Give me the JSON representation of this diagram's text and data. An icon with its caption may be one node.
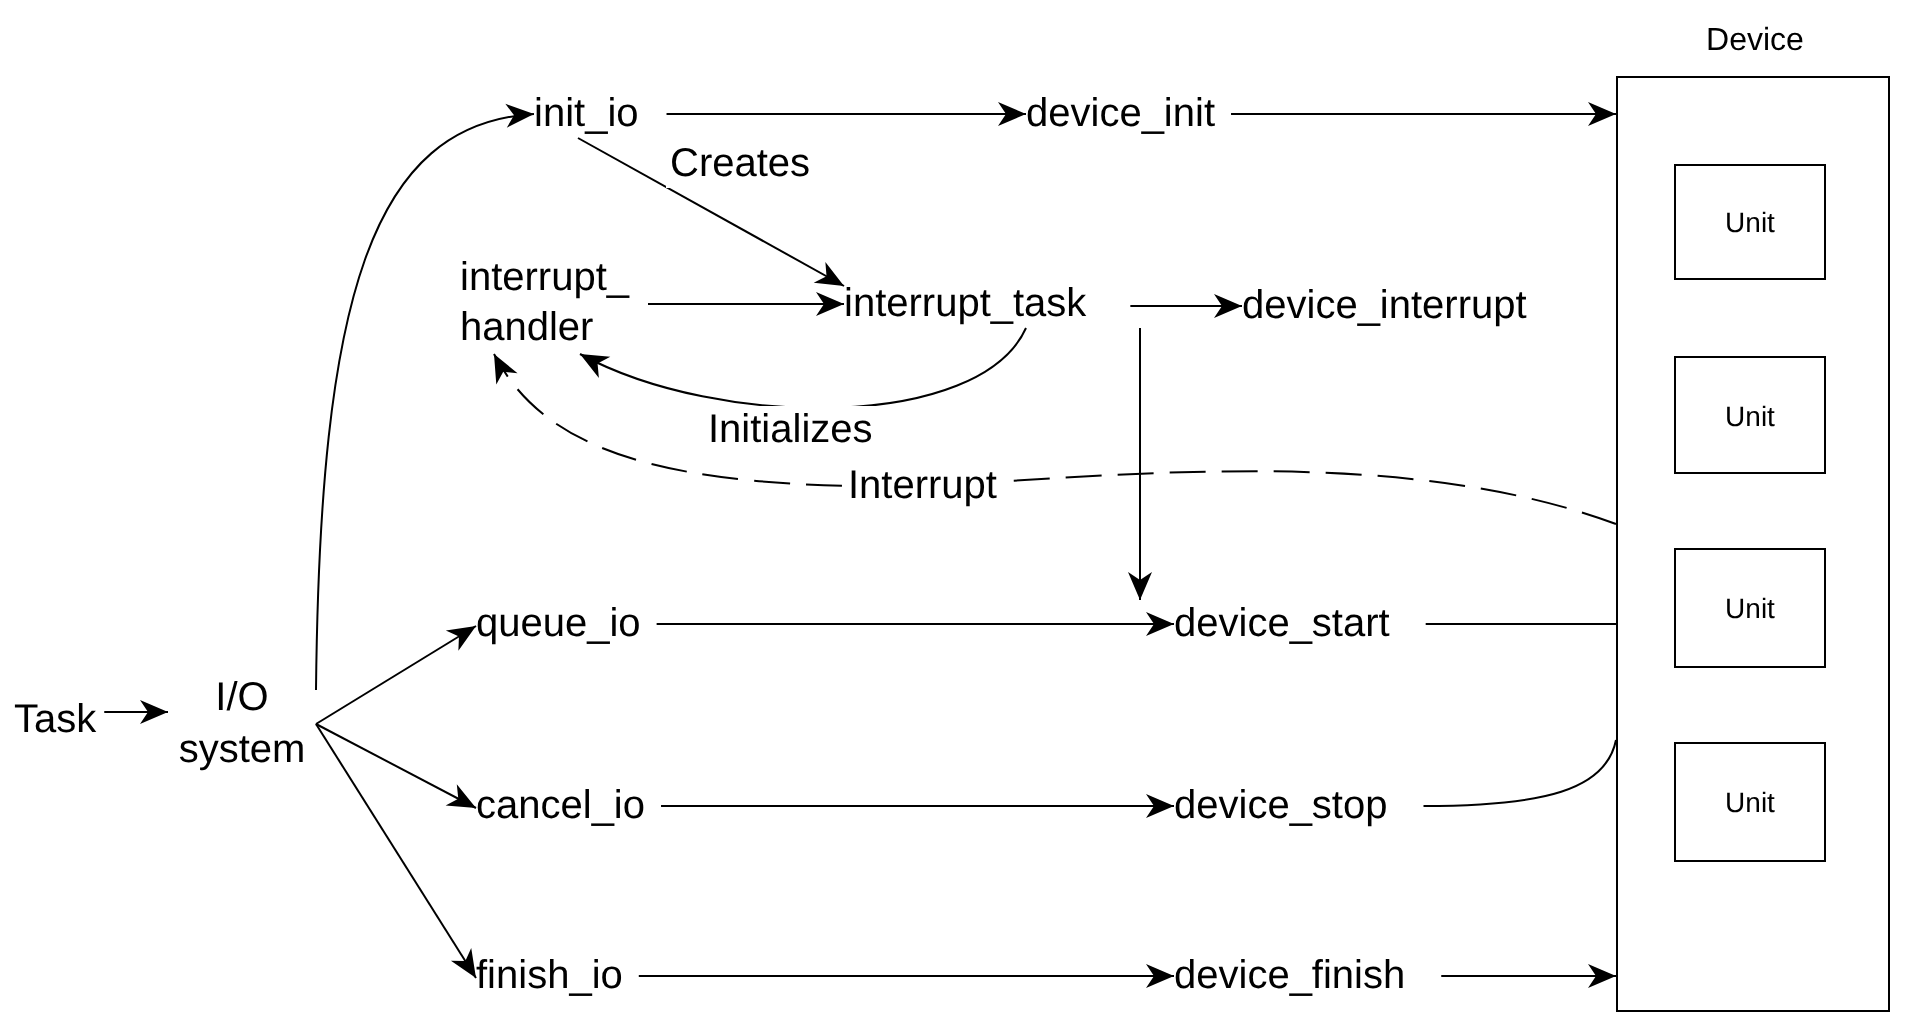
{
  "diagram": {
    "nodes": [
      {
        "text": [
          "Task"
        ]
      },
      {
        "text": [
          "I/O system"
        ]
      },
      {
        "text": [
          "init_io"
        ]
      },
      {
        "text": [
          "device_init"
        ]
      },
      {
        "text": [
          "interrupt_ handler"
        ]
      },
      {
        "text": [
          "interrupt_task"
        ]
      },
      {
        "text": [
          "device_interrupt"
        ]
      },
      {
        "text": [
          "queue_io"
        ]
      },
      {
        "text": [
          "device_start"
        ]
      },
      {
        "text": [
          "cancel_io"
        ]
      },
      {
        "text": [
          "device_stop"
        ]
      },
      {
        "text": [
          "finish_io"
        ]
      },
      {
        "text": [
          "device_finish"
        ]
      },
      {
        "text": [
          "Device"
        ]
      },
      {
        "text": [
          "Unit"
        ],
        "in": 13
      },
      {
        "text": [
          "Unit"
        ],
        "in": 13
      },
      {
        "text": [
          "Unit"
        ],
        "in": 13
      },
      {
        "text": [
          "Unit"
        ],
        "in": 13
      }
    ],
    "edges": [
      {
        "from": 0,
        "to": 1,
        "arrow": "to"
      },
      {
        "from": 1,
        "to": 2,
        "arrow": "to"
      },
      {
        "from": 1,
        "to": 7,
        "arrow": "to"
      },
      {
        "from": 1,
        "to": 9,
        "arrow": "to"
      },
      {
        "from": 1,
        "to": 11,
        "arrow": "to"
      },
      {
        "from": 2,
        "to": 3,
        "arrow": "to"
      },
      {
        "from": 3,
        "to": 13,
        "arrow": "to"
      },
      {
        "from": 2,
        "to": 5,
        "arrow": "to",
        "label": "Creates"
      },
      {
        "from": 4,
        "to": 5,
        "arrow": "to"
      },
      {
        "from": 5,
        "to": 6,
        "arrow": "to"
      },
      {
        "from": 5,
        "to": 4,
        "arrow": "to",
        "label": "Initializes"
      },
      {
        "from": 13,
        "to": 4,
        "arrow": "to",
        "label": "Interrupt",
        "style": "dashed"
      },
      {
        "from": 5,
        "to": 8,
        "arrow": "to"
      },
      {
        "from": 7,
        "to": 8,
        "arrow": "to"
      },
      {
        "from": 8,
        "to": 13,
        "arrow": "none"
      },
      {
        "from": 9,
        "to": 10,
        "arrow": "to"
      },
      {
        "from": 10,
        "to": 13,
        "arrow": "none"
      },
      {
        "from": 11,
        "to": 12,
        "arrow": "to"
      },
      {
        "from": 12,
        "to": 13,
        "arrow": "to"
      }
    ]
  }
}
